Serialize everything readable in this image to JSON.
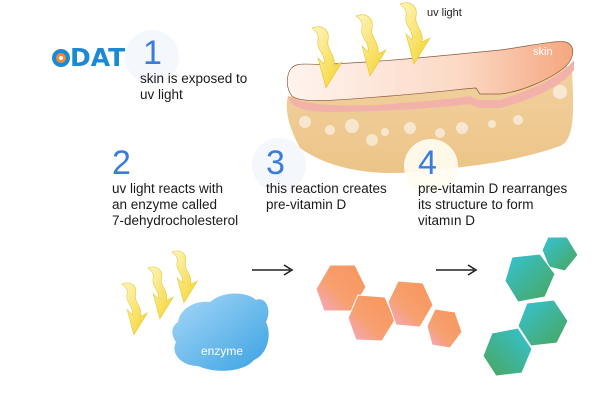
{
  "logo": {
    "text": "DAT"
  },
  "labels": {
    "uv_light": "uv light",
    "skin": "skin",
    "enzyme": "enzyme"
  },
  "steps": [
    {
      "number": "1",
      "text_lines": [
        "skin is exposed to",
        "uv light"
      ]
    },
    {
      "number": "2",
      "text_lines": [
        "uv light reacts with",
        "an enzyme called",
        "7-dehydrocholesterol"
      ]
    },
    {
      "number": "3",
      "text_lines": [
        "this reaction creates",
        "pre-vitamin D"
      ]
    },
    {
      "number": "4",
      "text_lines": [
        "pre-vitamin D rearranges",
        "its structure to form",
        "vitamın D"
      ]
    }
  ],
  "colors": {
    "accent_blue": "#3a7be0",
    "logo_blue": "#1a8ad4",
    "uv_yellow": "#f5d83a",
    "skin_pink": "#f6b59a",
    "enzyme_blue": "#4fb0ea",
    "previtamin_orange": "#f79a62",
    "vitamin_green": "#2fb5a0"
  }
}
